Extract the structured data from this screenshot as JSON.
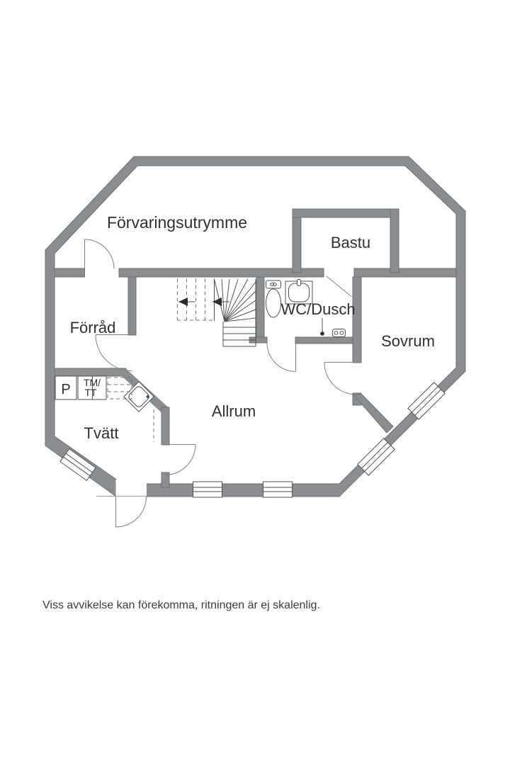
{
  "floorplan": {
    "type": "floor-plan",
    "language": "sv",
    "rooms": [
      {
        "name": "forvaringsutrymme",
        "label": "Förvaringsutrymme"
      },
      {
        "name": "bastu",
        "label": "Bastu"
      },
      {
        "name": "wc-dusch",
        "label": "WC/Dusch"
      },
      {
        "name": "forrad",
        "label": "Förråd"
      },
      {
        "name": "sovrum",
        "label": "Sovrum"
      },
      {
        "name": "allrum",
        "label": "Allrum"
      },
      {
        "name": "tvatt",
        "label": "Tvätt"
      }
    ],
    "closets": {
      "p": "P",
      "tm": "TM/",
      "tt": "TT"
    },
    "disclaimer": "Viss avvikelse kan förekomma, ritningen är ej skalenlig.",
    "colors": {
      "wall": "#8a8e90",
      "wall_outline": "#6d7072",
      "line": "#4e5052",
      "text": "#2e3032",
      "background": "#ffffff"
    }
  }
}
